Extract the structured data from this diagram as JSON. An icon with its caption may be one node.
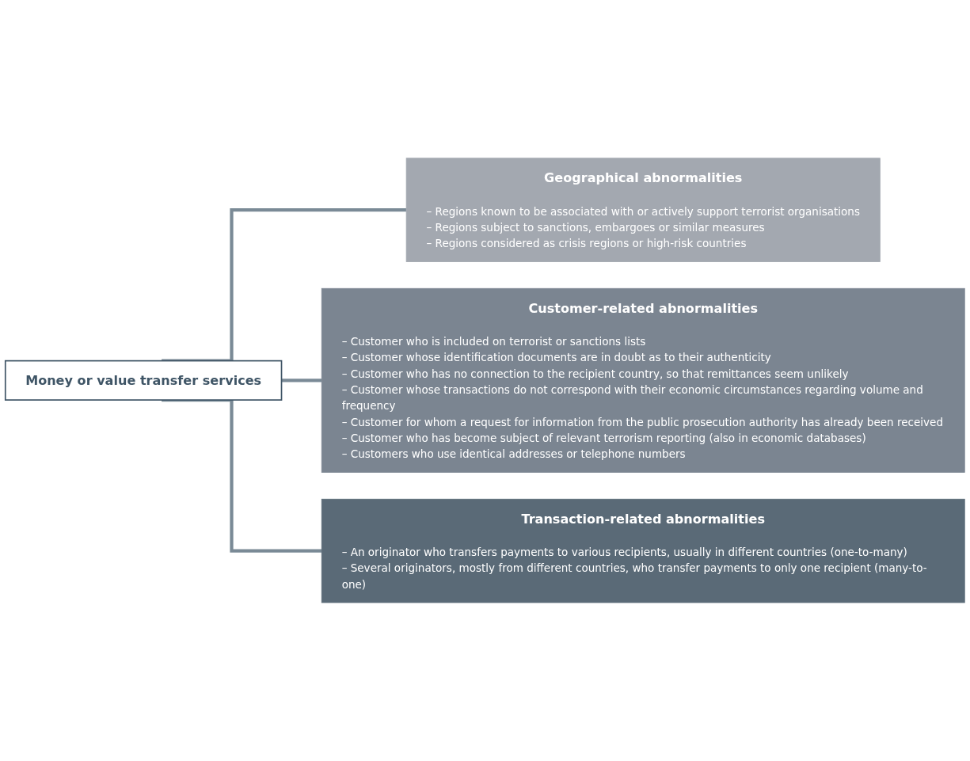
{
  "diagram": {
    "nodes": [
      {
        "text": [
          "Money or value transfer services"
        ]
      },
      {
        "text": [
          "Geographical abnormalities",
          "– Regions known to be associated with or actively support terrorist organisations",
          "– Regions subject to sanctions, embargoes or similar measures",
          "– Regions considered as crisis regions or high-risk countries"
        ]
      },
      {
        "text": [
          "Customer-related abnormalities",
          "– Customer who is included on terrorist or sanctions lists",
          "– Customer whose identification documents are in doubt as to their authenticity",
          "– Customer who has no connection to the recipient country, so that remittances seem unlikely",
          "– Customer whose transactions do not correspond with their economic circumstances regarding volume and frequency",
          "– Customer for whom a request for information from the public prosecution authority has already been received",
          "– Customer who has become subject of relevant terrorism reporting (also in economic databases)",
          "– Customers who use identical addresses or telephone numbers"
        ]
      },
      {
        "text": [
          "Transaction-related abnormalities",
          "– An originator who transfers payments to various recipients, usually in different countries (one-to-many)",
          "– Several originators, mostly from different countries, who transfer payments to only one recipient (many-to-one)"
        ]
      }
    ],
    "edges": [
      {
        "from": 0,
        "to": 1,
        "arrow": "none"
      },
      {
        "from": 0,
        "to": 2,
        "arrow": "none"
      },
      {
        "from": 0,
        "to": 3,
        "arrow": "none"
      }
    ]
  }
}
